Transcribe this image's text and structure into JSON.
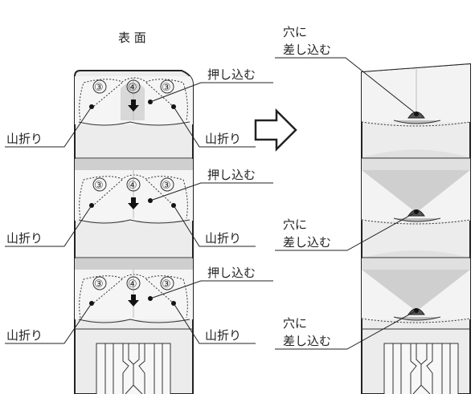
{
  "title": "表 面",
  "labels": {
    "push_in": "押し込む",
    "mountain_fold": "山折り",
    "insert_hole_line1": "穴に",
    "insert_hole_line2": "差し込む"
  },
  "step_numbers": [
    "③",
    "④",
    "③"
  ],
  "colors": {
    "stroke": "#222222",
    "panel": "#ececec",
    "panel_light": "#f5f5f5",
    "shade": "#cfcfcf",
    "shade_dark": "#b9b9b9",
    "slot": "#555555"
  }
}
